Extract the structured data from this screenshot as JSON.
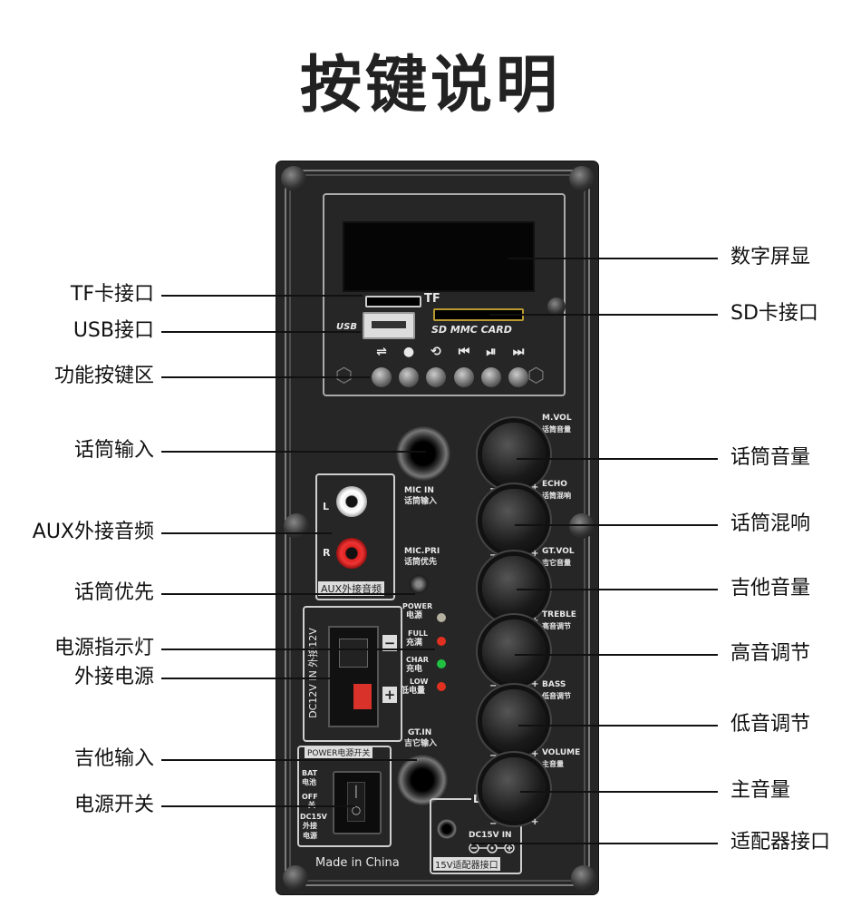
{
  "title": "按键说明",
  "callouts_left": [
    {
      "label": "TF卡接口"
    },
    {
      "label": "USB接口"
    },
    {
      "label": "功能按键区"
    },
    {
      "label": "话筒输入"
    },
    {
      "label": "AUX外接音频"
    },
    {
      "label": "话筒优先"
    },
    {
      "label": "电源指示灯"
    },
    {
      "label": "外接电源"
    },
    {
      "label": "吉他输入"
    },
    {
      "label": "电源开关"
    }
  ],
  "callouts_right": [
    {
      "label": "数字屏显"
    },
    {
      "label": "SD卡接口"
    },
    {
      "label": "话筒音量"
    },
    {
      "label": "话筒混响"
    },
    {
      "label": "吉他音量"
    },
    {
      "label": "高音调节"
    },
    {
      "label": "低音调节"
    },
    {
      "label": "主音量"
    },
    {
      "label": "适配器接口"
    }
  ],
  "panel": {
    "tf": "TF",
    "usb": "USB",
    "sd": "SD MMC CARD",
    "func_symbols": [
      "⇌",
      "●",
      "⟲",
      "⏮",
      "⏯",
      "⏭"
    ],
    "knobs": [
      {
        "en": "M.VOL",
        "cn": "话筒音量"
      },
      {
        "en": "ECHO",
        "cn": "话筒混响"
      },
      {
        "en": "GT.VOL",
        "cn": "吉它音量"
      },
      {
        "en": "TREBLE",
        "cn": "高音调节"
      },
      {
        "en": "BASS",
        "cn": "低音调节"
      },
      {
        "en": "VOLUME",
        "cn": "主音量"
      }
    ],
    "mic_in_en": "MIC IN",
    "mic_in_cn": "话筒输入",
    "mic_pri_en": "MIC.PRI",
    "mic_pri_cn": "话筒优先",
    "aux_l": "L",
    "aux_r": "R",
    "aux_label": "AUX外接音频",
    "power_en": "POWER",
    "power_cn": "电源",
    "full_en": "FULL",
    "full_cn": "充满",
    "char_en": "CHAR",
    "char_cn": "充电",
    "low_en": "LOW",
    "low_cn": "低电量",
    "dc_vertical": "DC12V IN 外接12V",
    "gt_in_en": "GT.IN",
    "gt_in_cn": "吉它输入",
    "power_switch_label": "POWER电源开关",
    "bat_en": "BAT",
    "bat_cn": "电池",
    "off_en": "OFF",
    "off_cn": "关",
    "dc15v_en": "DC15V",
    "dc15v_cn": "外接电源",
    "dc_in": "DC-IN",
    "dc_15v_in": "DC15V IN",
    "adapter_label": "15V适配器接口",
    "made_in": "Made in China",
    "minus": "−",
    "plus": "+"
  },
  "colors": {
    "panel": "#262626",
    "led_power": "#b5b0a0",
    "led_full": "#e03020",
    "led_char": "#20c040",
    "led_low": "#e03020"
  }
}
